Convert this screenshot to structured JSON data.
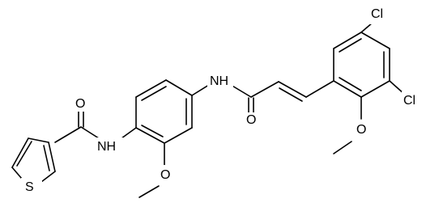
{
  "molecule": {
    "atom_labels": {
      "sulfur": "S",
      "thiophene_carbonyl_oxygen": "O",
      "amide_nh_left": "NH",
      "methoxy_oxygen_left": "O",
      "amide_nh_right": "NH",
      "acryl_carbonyl_oxygen": "O",
      "methoxy_oxygen_right": "O",
      "chlorine_top": "Cl",
      "chlorine_right": "Cl"
    }
  },
  "colors": {
    "bond": "#000000",
    "background": "#ffffff"
  }
}
